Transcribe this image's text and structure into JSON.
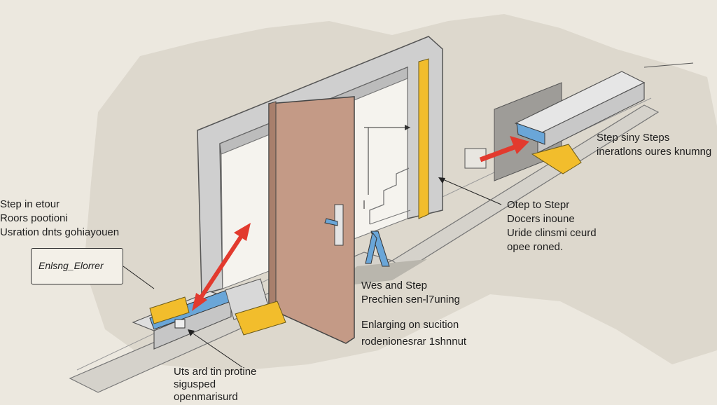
{
  "labels": {
    "left_top": [
      "Step in etour",
      "Roors pootioni",
      "Usration dnts gohiayouen"
    ],
    "callout": "Enlsng_Elorrer",
    "top_right": [
      "Step siny Steps",
      "ineratlons oures knumng"
    ],
    "mid_right": [
      "Otep to Stepr",
      "Docers inoune",
      "Uride clinsmi ceurd",
      "opee roned."
    ],
    "center_mid": [
      "Wes and Step",
      "Prechien sen-l7uning"
    ],
    "center_low": [
      "Enlarging on sucition",
      "rodenionesrar 1shnnut"
    ],
    "bottom": [
      "Uts ard tin protine",
      "sigusped",
      "openmarisurd"
    ]
  },
  "colors": {
    "background": "#ece8df",
    "door": "#c49a86",
    "frame": "#cfcfcf",
    "accent_yellow": "#f2bd2c",
    "accent_blue": "#6aa6d8",
    "arrow_red": "#e23a2e"
  }
}
